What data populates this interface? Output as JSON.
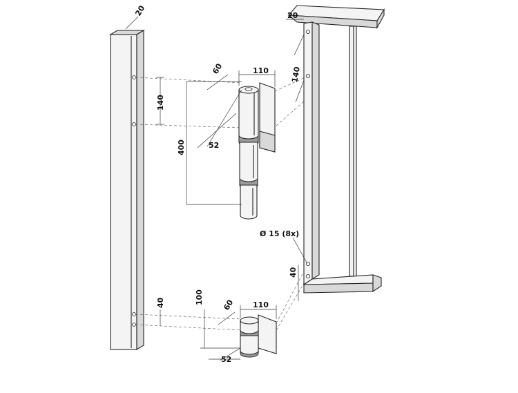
{
  "dimensions": {
    "post_width_top": "20",
    "frame_width_top": "20",
    "hinge_spacing_post": "140",
    "hinge_spacing_frame": "140",
    "upper_hinge_depth": "60",
    "upper_hinge_width": "110",
    "upper_hinge_offset": "52",
    "upper_hinge_length": "400",
    "hole_diameter": "Ø 15 (8x)",
    "frame_bottom_offset": "40",
    "post_bottom_offset": "40",
    "lower_hinge_height": "100",
    "lower_hinge_depth": "60",
    "lower_hinge_width": "110",
    "lower_hinge_offset": "52"
  }
}
